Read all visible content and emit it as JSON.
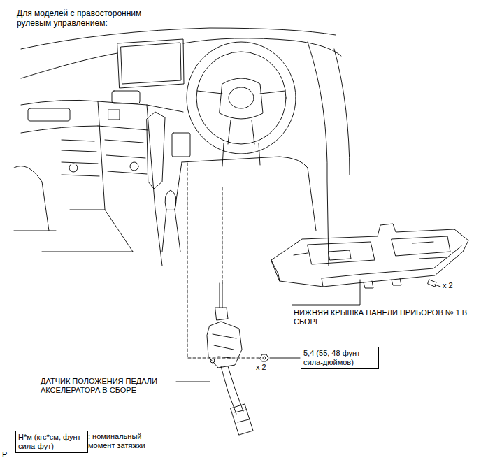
{
  "diagram": {
    "title": "Для моделей с правосторонним рулевым управлением:",
    "nodes": [
      {
        "text": [
          "5,4 (55, 48 фунт-сила-дюймов)"
        ]
      },
      {
        "text": [
          "Н*м (кгс*см, фунт-сила-фут)"
        ]
      }
    ],
    "labels": [
      "НИЖНЯЯ КРЫШКА ПАНЕЛИ ПРИБОРОВ № 1 В СБОРЕ",
      "x 2",
      "x 2",
      "ДАТЧИК ПОЛОЖЕНИЯ ПЕДАЛИ АКСЕЛЕРАТОРА В СБОРЕ",
      ": номинальный момент затяжки",
      "P"
    ]
  }
}
